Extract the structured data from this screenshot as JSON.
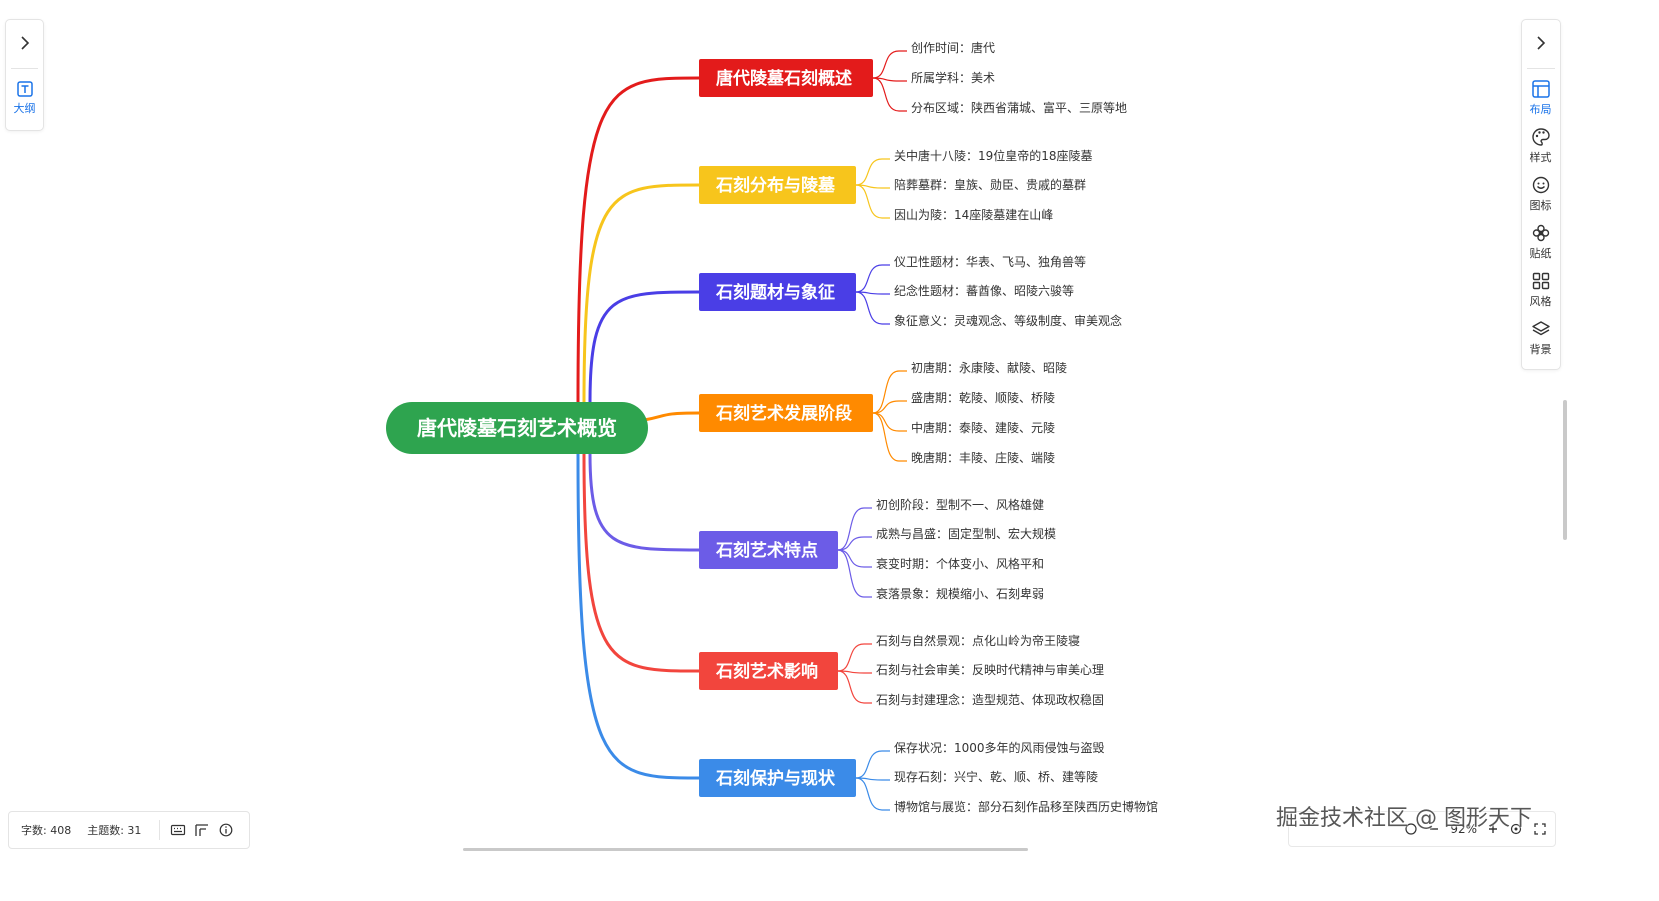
{
  "mindmap": {
    "root": {
      "label": "唐代陵墓石刻艺术概览",
      "color": "#2ea44f"
    },
    "branches": [
      {
        "label": "唐代陵墓石刻概述",
        "color": "#e31b1b",
        "children": [
          "创作时间：唐代",
          "所属学科：美术",
          "分布区域：陕西省蒲城、富平、三原等地"
        ]
      },
      {
        "label": "石刻分布与陵墓",
        "color": "#f7c51c",
        "children": [
          "关中唐十八陵：19位皇帝的18座陵墓",
          "陪葬墓群：皇族、勋臣、贵戚的墓群",
          "因山为陵：14座陵墓建在山峰"
        ]
      },
      {
        "label": "石刻题材与象征",
        "color": "#4a3ee6",
        "children": [
          "仪卫性题材：华表、飞马、独角兽等",
          "纪念性题材：蕃酋像、昭陵六骏等",
          "象征意义：灵魂观念、等级制度、审美观念"
        ]
      },
      {
        "label": "石刻艺术发展阶段",
        "color": "#ff8a00",
        "children": [
          "初唐期：永康陵、献陵、昭陵",
          "盛唐期：乾陵、顺陵、桥陵",
          "中唐期：泰陵、建陵、元陵",
          "晚唐期：丰陵、庄陵、端陵"
        ]
      },
      {
        "label": "石刻艺术特点",
        "color": "#6c5ce7",
        "children": [
          "初创阶段：型制不一、风格雄健",
          "成熟与昌盛：固定型制、宏大规模",
          "衰变时期：个体变小、风格平和",
          "衰落景象：规模缩小、石刻卑弱"
        ]
      },
      {
        "label": "石刻艺术影响",
        "color": "#f2453d",
        "children": [
          "石刻与自然景观：点化山岭为帝王陵寝",
          "石刻与社会审美：反映时代精神与审美心理",
          "石刻与封建理念：造型规范、体现政权稳固"
        ]
      },
      {
        "label": "石刻保护与现状",
        "color": "#3b8be8",
        "children": [
          "保存状况：1000多年的风雨侵蚀与盗毁",
          "现存石刻：兴宁、乾、顺、桥、建等陵",
          "博物馆与展览：部分石刻作品移至陕西历史博物馆"
        ]
      }
    ]
  },
  "left_panel": {
    "outline_label": "大纲",
    "outline_icon": "text-box-icon",
    "accent": "#1a73e8"
  },
  "right_panel": {
    "tools": [
      {
        "label": "布局",
        "icon": "layout-icon",
        "active": true
      },
      {
        "label": "样式",
        "icon": "palette-icon",
        "active": false
      },
      {
        "label": "图标",
        "icon": "smiley-icon",
        "active": false
      },
      {
        "label": "贴纸",
        "icon": "flower-icon",
        "active": false
      },
      {
        "label": "风格",
        "icon": "grid-icon",
        "active": false
      },
      {
        "label": "背景",
        "icon": "layers-icon",
        "active": false
      }
    ]
  },
  "status": {
    "word_count": "字数: 408",
    "topic_count": "主题数: 31"
  },
  "zoom": {
    "value": "92%"
  },
  "watermark": "掘金技术社区 @ 图形天下"
}
